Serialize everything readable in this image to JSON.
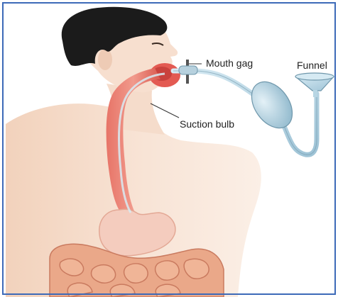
{
  "labels": {
    "mouth_gag": "Mouth gag",
    "funnel": "Funnel",
    "suction_bulb": "Suction bulb"
  },
  "colors": {
    "frame_border": "#3d6ab8",
    "skin": "#f6dfcf",
    "hair": "#1a1a1a",
    "tube": "#b8d6e4",
    "esophagus": "#e0605a",
    "stomach": "#f3c6b8",
    "intestine": "#e9a584"
  }
}
